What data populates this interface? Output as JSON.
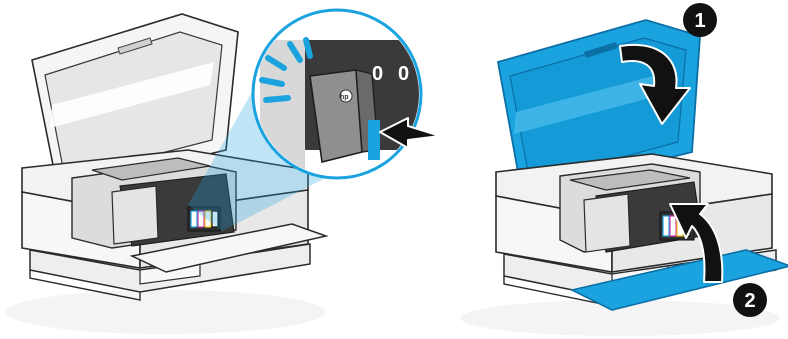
{
  "illustration": {
    "panels": [
      {
        "id": "insert-cartridge",
        "caption": "",
        "brand_mark": "hp"
      },
      {
        "id": "close-lid-and-door",
        "caption": "",
        "steps": [
          "1",
          "2"
        ]
      }
    ]
  },
  "colors": {
    "accent_blue": "#1aa3df",
    "accent_blue_dark": "#0c6fa5",
    "outline": "#2b2b2b",
    "printer_body": "#f2f2f2",
    "printer_shadow": "#cfcfcf",
    "dark_panel": "#3a3a3a",
    "badge": "#111111"
  },
  "icons": [
    "printer-open",
    "ink-cartridge",
    "push-arrow",
    "curved-arrow-down",
    "curved-arrow-up"
  ]
}
